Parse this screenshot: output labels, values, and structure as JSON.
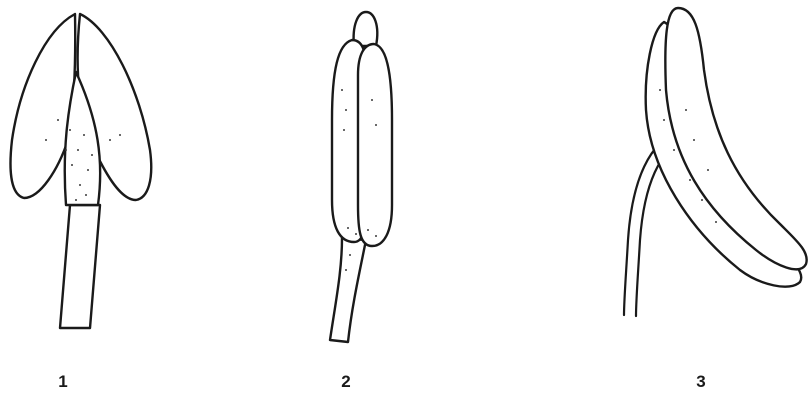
{
  "figure": {
    "panels": [
      {
        "id": "1",
        "label": "1"
      },
      {
        "id": "2",
        "label": "2"
      },
      {
        "id": "3",
        "label": "3"
      }
    ]
  },
  "colors": {
    "ink": "#1a1a1a",
    "background": "#ffffff"
  }
}
